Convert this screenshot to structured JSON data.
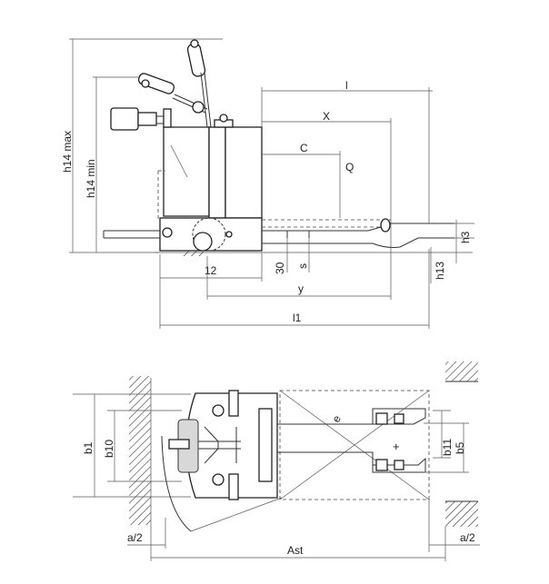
{
  "side_view": {
    "labels": {
      "h14_max": "h14 max",
      "h14_min": "h14 min",
      "l": "l",
      "x": "X",
      "c": "C",
      "q": "Q",
      "h3": "h3",
      "h13": "h13",
      "l2": "12",
      "d30": "30",
      "s": "s",
      "y": "y",
      "l1": "l1"
    }
  },
  "top_view": {
    "labels": {
      "b1": "b1",
      "b10": "b10",
      "b11": "b11",
      "b5": "b5",
      "e": "e",
      "a2_left": "a/2",
      "a2_right": "a/2",
      "ast": "Ast"
    }
  }
}
